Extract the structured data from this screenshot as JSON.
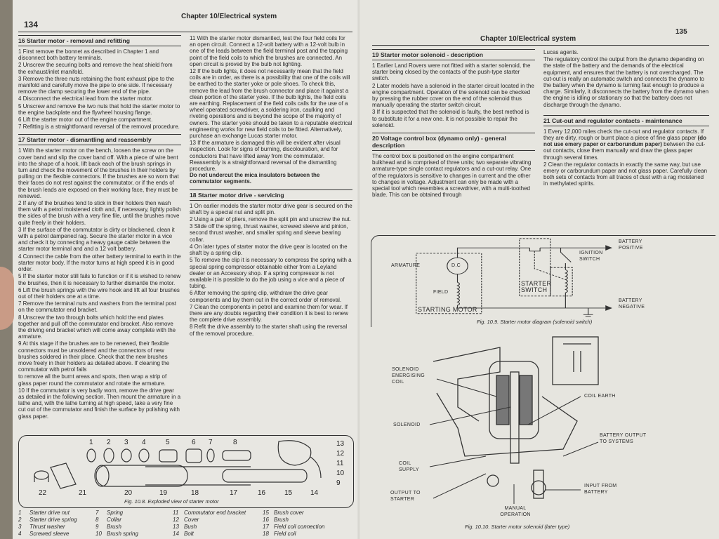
{
  "left_page": {
    "page_number": "134",
    "chapter": "Chapter 10/Electrical system",
    "section16": {
      "title": "16 Starter motor - removal and refitting",
      "paragraphs": [
        "1  First remove the bonnet as described in Chapter 1 and disconnect both battery terminals.",
        "2  Unscrew the securing bolts and remove the heat shield from the exhaust/inlet manifold.",
        "3  Remove the three nuts retaining the front exhaust pipe to the manifold and carefully move the pipe to one side. If necessary remove the clamp securing the lower end of the pipe.",
        "4  Disconnect the electrical lead from the starter motor.",
        "5  Unscrew and remove the two nuts that hold the starter motor to the engine backplate and the flywheel housing flange.",
        "6  Lift the starter motor out of the engine compartment.",
        "7  Refitting is a straightforward reversal of the removal procedure."
      ]
    },
    "section17": {
      "title": "17 Starter motor - dismantling and reassembly",
      "paragraphs": [
        "1  With the starter motor on the bench, loosen the screw on the cover band and slip the cover band off. With a piece of wire bent into the shape of a hook, lift back each of the brush springs in turn and check the movement of the brushes in their holders by pulling on the flexible connectors. If the brushes are so worn that their faces do not rest against the commutator, or if the ends of the brush leads are exposed on their working face, they must be renewed.",
        "2  If any of the brushes tend to stick in their holders then wash them with a petrol moistened cloth and, if necessary, lightly polish the sides of the brush with a very fine file, until the brushes move quite freely in their holders.",
        "3  If the surface of the commutator is dirty or blackened, clean it with a petrol dampened rag. Secure the starter motor in a vice and check it by connecting a heavy gauge cable between the starter motor terminal and and a 12 volt battery.",
        "4  Connect the cable from the other battery terminal to earth in the starter motor body. If the motor turns at high speed it is in good order.",
        "5  If the starter motor still fails to function or if it is wished to renew the brushes, then it is necessary to further dismantle the motor.",
        "6  Lift the brush springs with the wire hook and lift all four brushes out of their holders one at a time.",
        "7  Remove the terminal nuts and washers from the terminal post on the commutator end bracket.",
        "8  Unscrew the two through bolts which hold the end plates together and pull off the commutator end bracket. Also remove the driving end bracket which will come away complete with the armature.",
        "9  At this stage if the brushes are to be renewed, their flexible connectors must be unsoldered and the connectors of new brushes soldered in their place. Check that the new brushes move freely in their holders as detailed above. If cleaning the commutator with petrol fails"
      ]
    },
    "continued": {
      "paragraphs": [
        "to remove all the burnt areas and spots, then wrap a strip of glass paper round the commutator and rotate the armature.",
        "10  If the commutator is very badly worn, remove the drive gear as detailed in the following section. Then mount the armature in a lathe and, with the lathe turning at high speed, take a very fine cut out of the commutator and finish the surface by polishing with glass paper.",
        "11  With the starter motor dismantled, test the four field coils for an open circuit. Connect a 12-volt battery with a 12-volt bulb in one of the leads between the field terminal post and the tapping point of the field coils to which the brushes are connected. An open circuit is proved by the bulb not lighting.",
        "12  If the bulb lights, it does not necessarily mean that the field coils are in order, as there is a possibility that one of the coils will be earthed to the starter yoke or pole shoes. To check this, remove the lead from the brush connector and place it against a clean portion of the starter yoke. If the bulb lights, the field coils are earthing. Replacement of the field coils calls for the use of a wheel operated screwdriver, a soldering iron, caulking and riveting operations and is beyond the scope of the majority of owners. The starter yoke should be taken to a reputable electrical engineering works for new field coils to be fitted. Alternatively, purchase an exchange Lucas starter motor.",
        "13  If the armature is damaged this will be evident after visual inspection. Look for signs of burning, discolouration, and for conductors that have lifted away from the commutator. Reassembly is a straightforward reversal of the dismantling procedure."
      ],
      "bold_note": "Do not undercut the mica insulators between the commutator segments."
    },
    "section18": {
      "title": "18 Starter motor drive - servicing",
      "paragraphs": [
        "1  On earlier models the starter motor drive gear is secured on the shaft by a special nut and split pin.",
        "2  Using a pair of pliers, remove the split pin and unscrew the nut.",
        "3  Slide off the spring, thrust washer, screwed sleeve and pinion, second thrust washer, and smaller spring and sleeve bearing collar.",
        "4  On later types of starter motor the drive gear is located on the shaft by a spring clip.",
        "5  To remove the clip it is necessary to compress the spring with a special spring compressor obtainable either from a Leyland dealer or an Accessory shop. If a spring compressor is not available it is possible to do the job using a vice and a piece of tubing.",
        "6  After removing the spring clip, withdraw the drive gear components and lay them out in the correct order of removal.",
        "7  Clean the components in petrol and examine them for wear. If there are any doubts regarding their condition it is best to renew the complete drive assembly.",
        "8  Refit the drive assembly to the starter shaft using the reversal of the removal procedure."
      ]
    },
    "figure_10_8": {
      "caption": "Fig. 10.8. Exploded view of starter motor",
      "callouts": [
        "1",
        "2",
        "3",
        "4",
        "5",
        "6",
        "7",
        "8",
        "9",
        "10",
        "11",
        "12",
        "13",
        "14",
        "15",
        "16",
        "17",
        "18",
        "19",
        "20",
        "21",
        "22"
      ],
      "legend": [
        [
          "1",
          "Starter drive nut"
        ],
        [
          "2",
          "Starter drive spring"
        ],
        [
          "3",
          "Thrust washer"
        ],
        [
          "4",
          "Screwed sleeve"
        ],
        [
          "7",
          "Spring"
        ],
        [
          "8",
          "Collar"
        ],
        [
          "9",
          "Brush"
        ],
        [
          "10",
          "Brush spring"
        ],
        [
          "11",
          "Commutator end bracket"
        ],
        [
          "12",
          "Cover"
        ],
        [
          "13",
          "Bush"
        ],
        [
          "14",
          "Bolt"
        ],
        [
          "15",
          "Brush cover"
        ],
        [
          "16",
          "Brush"
        ],
        [
          "17",
          "Field coil connection"
        ],
        [
          "18",
          "Field coil"
        ]
      ]
    }
  },
  "right_page": {
    "page_number": "135",
    "chapter": "Chapter 10/Electrical system",
    "section19": {
      "title": "19 Starter motor solenoid - description",
      "paragraphs": [
        "1  Earlier Land Rovers were not fitted with a starter solenoid, the starter being closed by the contacts of the push-type starter switch.",
        "2  Later models have a solenoid in the starter circuit located in the engine compartment. Operation of the solenoid can be checked by pressing the rubber cover on the end of the solenoid thus manually operating the starter switch circuit.",
        "3  If it is suspected that the solenoid is faulty, the best method is to substitute it for a new one. It is not possible to repair the solenoid."
      ]
    },
    "section20": {
      "title": "20 Voltage control box (dynamo only) - general description",
      "paragraphs": [
        "The control box is positioned on the engine compartment bulkhead and is comprised of three units; two separate vibrating armature-type single contact regulators and a cut-out relay. One of the regulators is sensitive to changes in current and the other to changes in voltage. Adjustment can only be made with a special tool which resembles a screwdriver, with a multi-toothed blade. This can be obtained through"
      ]
    },
    "section20_cont": {
      "paragraphs": [
        "Lucas agents.",
        "The regulatory control the output from the dynamo depending on the state of the battery and the demands of the electrical equipment, and ensures that the battery is not overcharged. The cut-out is really an automatic switch and connects the dynamo to the battery when the dynamo is turning fast enough to produce a charge. Similarly, it disconnects the battery from the dynamo when the engine is idling or stationary so that the battery does not discharge through the dynamo."
      ]
    },
    "section21": {
      "title": "21 Cut-out and regulator contacts - maintenance",
      "p1_start": "1  Every 12,000 miles check the cut-out and regulator contacts. If they are dirty, rough or burnt place a piece of fine glass paper ",
      "p1_bold": "(do not use emery paper or carborundum paper)",
      "p1_end": " between the cut-out contacts, close them manually and draw the glass paper through several times.",
      "p2": "2  Clean the regulator contacts in exactly the same way, but use emery or carborundum paper and not glass paper. Carefully clean both sets of contacts from all traces of dust with a rag moistened in methylated spirits."
    },
    "figure_10_9": {
      "caption": "Fig. 10.9. Starter motor diagram (solenoid switch)",
      "labels": {
        "armature": "ARMATURE",
        "dc": "D.C",
        "field": "FIELD",
        "starting_motor": "STARTING MOTOR",
        "starter_switch": "STARTER SWITCH",
        "ignition_switch": "IGNITION SWITCH",
        "battery_positive": "BATTERY POSITIVE",
        "battery_negative": "BATTERY NEGATIVE"
      }
    },
    "figure_10_10": {
      "caption": "Fig. 10.10. Starter motor solenoid (later type)",
      "labels": {
        "energising_coil": "SOLENOID ENERGISING COIL",
        "solenoid": "SOLENOID",
        "coil_earth": "COIL EARTH",
        "battery_output": "BATTERY OUTPUT TO SYSTEMS",
        "coil_supply": "COIL SUPPLY",
        "output_starter": "OUTPUT TO STARTER",
        "manual_operation": "MANUAL OPERATION",
        "input_battery": "INPUT FROM BATTERY"
      }
    }
  }
}
